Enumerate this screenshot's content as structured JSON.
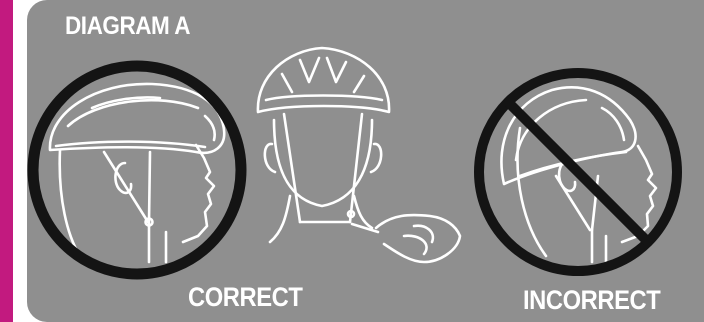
{
  "diagram": {
    "title": "DIAGRAM A",
    "panels": [
      {
        "caption": "CORRECT",
        "verdict": "correct"
      },
      {
        "caption": "INCORRECT",
        "verdict": "incorrect"
      }
    ]
  },
  "colors": {
    "background": "#8f8f8f",
    "accent_bar": "#c21a7f",
    "line_art": "#ffffff",
    "ring": "#141414",
    "prohibition_slash": "#141414"
  },
  "icons": [
    "helmet-side-view-icon",
    "helmet-front-view-icon",
    "helmet-tilted-side-view-icon",
    "prohibition-icon"
  ]
}
